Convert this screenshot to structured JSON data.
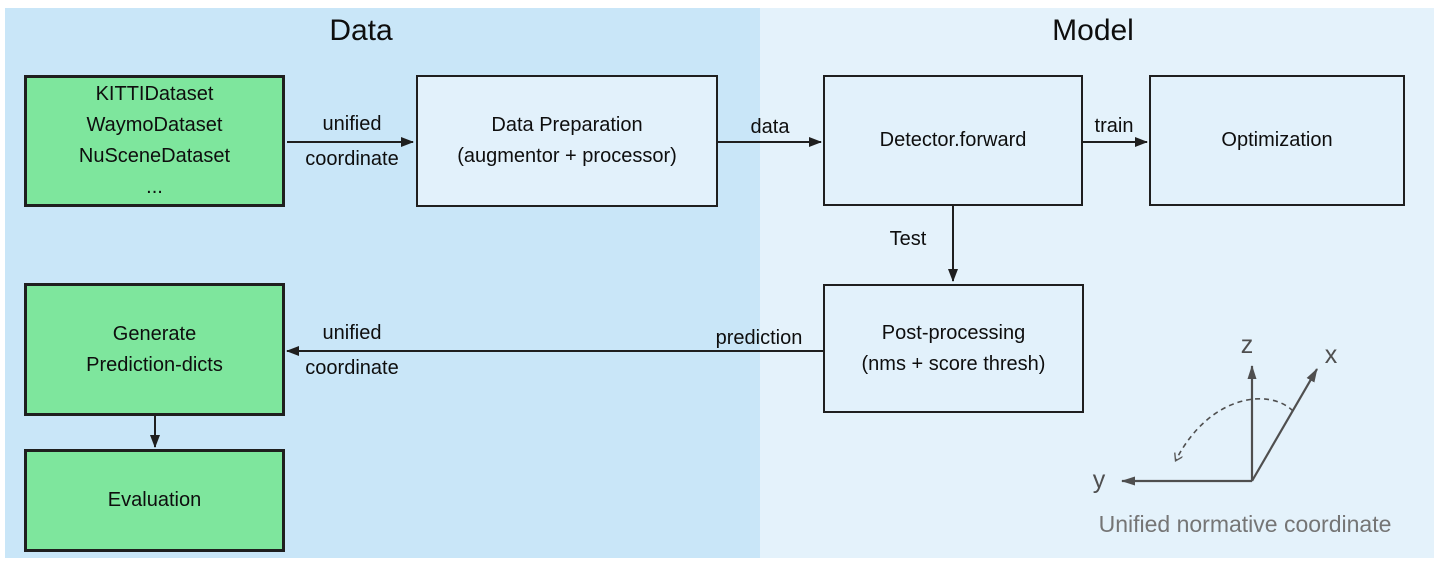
{
  "colors": {
    "panel_data_bg": "#c9e6f8",
    "panel_model_bg": "#e4f2fb",
    "box_fill": "#e2f1fb",
    "green_fill": "#7ee69d",
    "border": "#1f1f1f",
    "arrow": "#1f1f1f",
    "axis": "#4f4f4f",
    "caption_text": "#757575",
    "text": "#0e0e0e"
  },
  "sections": {
    "data": {
      "title": "Data"
    },
    "model": {
      "title": "Model"
    }
  },
  "nodes": {
    "datasets": {
      "lines": [
        "KITTIDataset",
        "WaymoDataset",
        "NuSceneDataset",
        "..."
      ]
    },
    "data_preparation": {
      "lines": [
        "Data Preparation",
        "(augmentor + processor)"
      ]
    },
    "detector": {
      "lines": [
        "Detector.forward"
      ]
    },
    "optimization": {
      "lines": [
        "Optimization"
      ]
    },
    "post_processing": {
      "lines": [
        "Post-processing",
        "(nms + score thresh)"
      ]
    },
    "generate_prediction": {
      "lines": [
        "Generate",
        "Prediction-dicts"
      ]
    },
    "evaluation": {
      "lines": [
        "Evaluation"
      ]
    }
  },
  "edge_labels": {
    "to_prep_line1": "unified",
    "to_prep_line2": "coordinate",
    "prep_to_detector": "data",
    "detector_to_optimization": "train",
    "detector_to_post": "Test",
    "post_to_generate": "prediction",
    "to_generate_line1": "unified",
    "to_generate_line2": "coordinate"
  },
  "axes": {
    "z": "z",
    "x": "x",
    "y": "y",
    "caption": "Unified normative coordinate"
  }
}
